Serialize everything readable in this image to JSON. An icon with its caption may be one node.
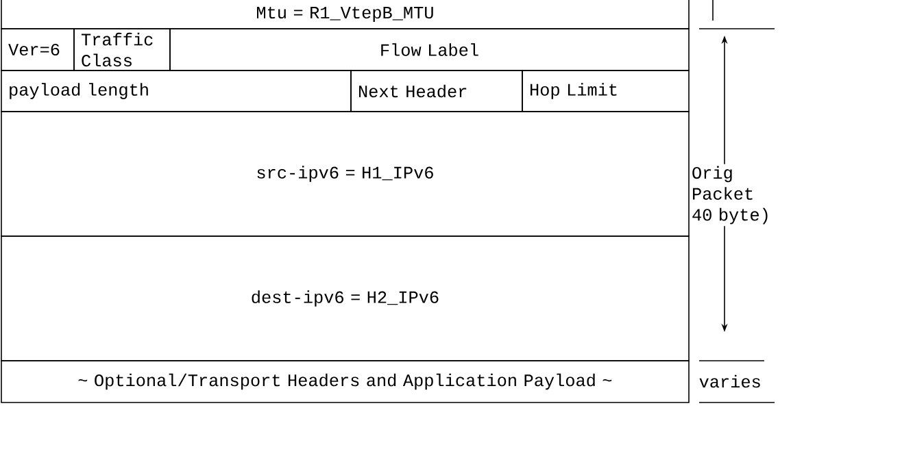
{
  "diagram": {
    "nodes": [
      {
        "text": [
          "Mtu = R1_VtepB_MTU"
        ]
      },
      {
        "text": [
          "Ver=6"
        ]
      },
      {
        "text": [
          "Traffic Class"
        ]
      },
      {
        "text": [
          "Flow Label"
        ]
      },
      {
        "text": [
          "payload length"
        ]
      },
      {
        "text": [
          "Next Header"
        ]
      },
      {
        "text": [
          "Hop Limit"
        ]
      },
      {
        "text": [
          "src-ipv6   =     H1_IPv6"
        ]
      },
      {
        "text": [
          "dest-ipv6   =     H2_IPv6"
        ]
      },
      {
        "text": [
          "~ Optional/Transport Headers and Application Payload ~"
        ]
      }
    ],
    "labels": [
      "Orig Packet 40 byte)",
      "varies"
    ]
  }
}
